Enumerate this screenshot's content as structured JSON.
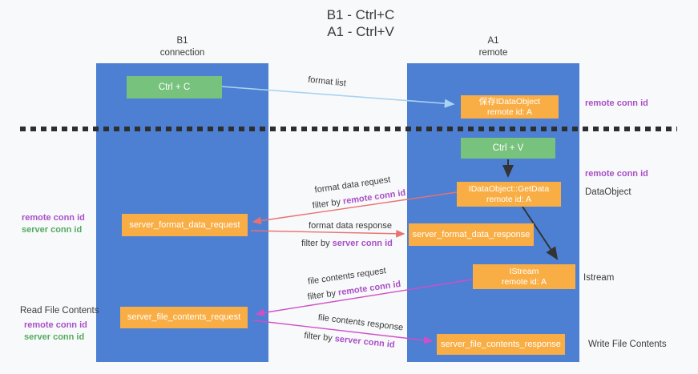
{
  "title": {
    "line1": "B1 - Ctrl+C",
    "line2": "A1 - Ctrl+V"
  },
  "lanes": {
    "left": {
      "name": "B1",
      "subtitle": "connection"
    },
    "right": {
      "name": "A1",
      "subtitle": "remote"
    }
  },
  "nodes": {
    "ctrl_c": "Ctrl + C",
    "ctrl_v": "Ctrl + V",
    "save_dataobject_line1": "保存IDataObject",
    "save_dataobject_line2": "remote id: A",
    "getdata_line1": "IDataObject::GetData",
    "getdata_line2": "remote id: A",
    "istream_line1": "IStream",
    "istream_line2": "remote id: A",
    "format_request": "server_format_data_request",
    "format_response": "server_format_data_response",
    "file_request": "server_file_contents_request",
    "file_response": "server_file_contents_response"
  },
  "edge_labels": {
    "format_list": "format list",
    "format_data_request": "format data request",
    "format_data_response": "format data response",
    "file_contents_request": "file contents request",
    "file_contents_response": "file contents response",
    "filter_by": "filter by ",
    "remote_conn_id": "remote conn id",
    "server_conn_id": "server conn id"
  },
  "side_labels": {
    "remote_conn_id": "remote conn id",
    "server_conn_id": "server conn id",
    "dataobject": "DataObject",
    "istream": "Istream",
    "read_file_contents": "Read File Contents",
    "write_file_contents": "Write File Contents"
  },
  "colors": {
    "lane_blue": "#4d7fd2",
    "box_green": "#77c27d",
    "box_orange": "#f9ae45",
    "text_purple": "#a94fc8",
    "text_green": "#53ab60",
    "arrow_blue": "#a9d3f2",
    "arrow_red": "#e87272",
    "arrow_magenta": "#d04ec8",
    "arrow_black": "#333333"
  }
}
